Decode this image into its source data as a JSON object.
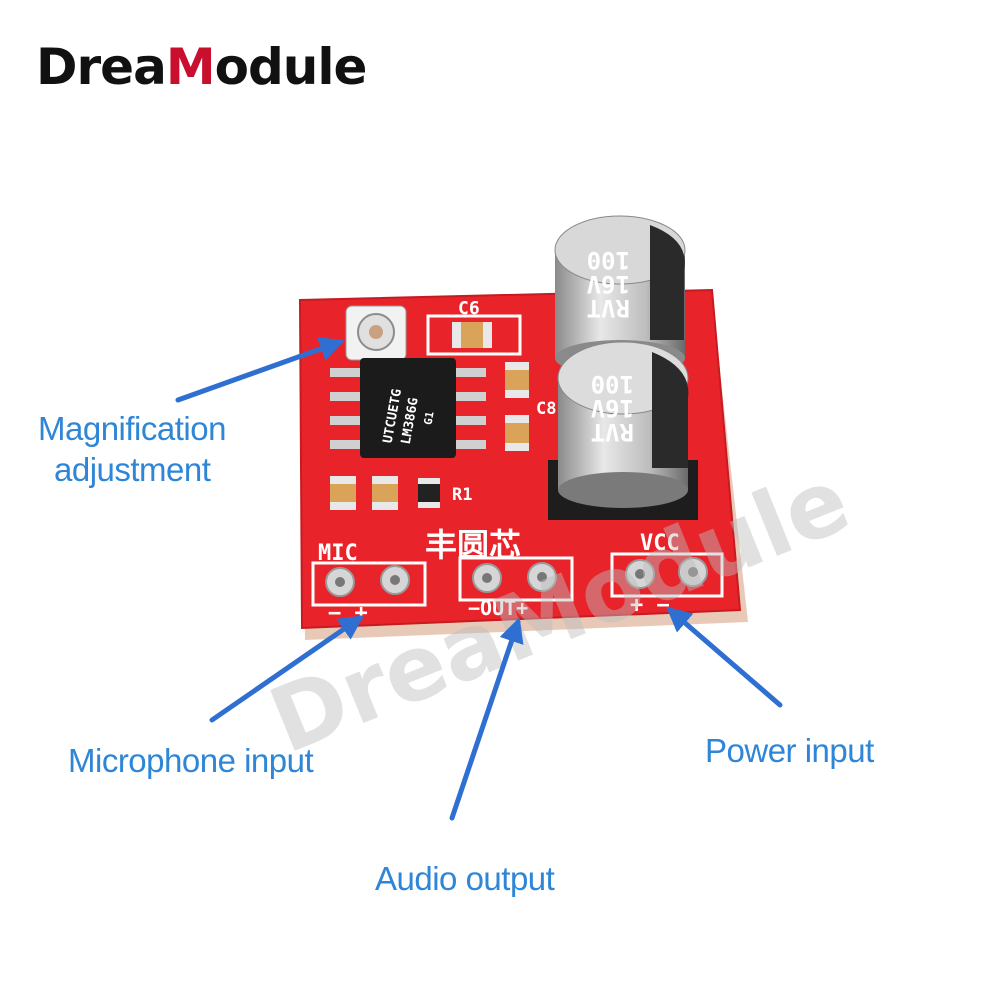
{
  "brand": {
    "part1": "Drea",
    "part2": "M",
    "part3": "odule"
  },
  "labels": {
    "magnification_line1": "Magnification",
    "magnification_line2": "adjustment",
    "microphone": "Microphone input",
    "audio_output": "Audio output",
    "power": "Power input"
  },
  "board_silkscreen": {
    "mic": "MIC",
    "mic_pins": "−  +",
    "out": "−OUT+",
    "vcc": "VCC",
    "vcc_pins": "+  −",
    "chip_line1": "UTCUETG",
    "chip_line2": "LM386G",
    "chip_line3": "G1",
    "cap_line1": "RVT",
    "cap_line2": "16V",
    "cap_line3": "100",
    "r1": "R1",
    "c8": "C8",
    "c6": "C6",
    "chinese": "丰圆芯"
  },
  "watermark": "DreaModule",
  "colors": {
    "board": "#e8242a",
    "arrow": "#2f6fd1",
    "label": "#2f86d6",
    "brand_accent": "#c8102e"
  }
}
